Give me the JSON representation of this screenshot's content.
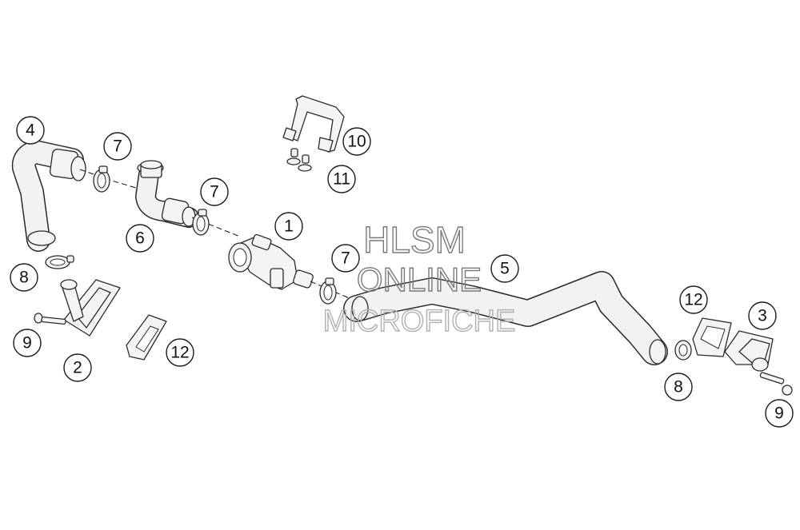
{
  "callouts": [
    {
      "label": "1"
    },
    {
      "label": "2"
    },
    {
      "label": "3"
    },
    {
      "label": "4"
    },
    {
      "label": "5"
    },
    {
      "label": "6"
    },
    {
      "label": "7"
    },
    {
      "label": "7"
    },
    {
      "label": "7"
    },
    {
      "label": "8"
    },
    {
      "label": "8"
    },
    {
      "label": "9"
    },
    {
      "label": "9"
    },
    {
      "label": "10"
    },
    {
      "label": "11"
    },
    {
      "label": "12"
    },
    {
      "label": "12"
    }
  ],
  "watermark": {
    "line1": "HLSM",
    "line2": "ONLINE",
    "line3": "MICROFICHE"
  }
}
